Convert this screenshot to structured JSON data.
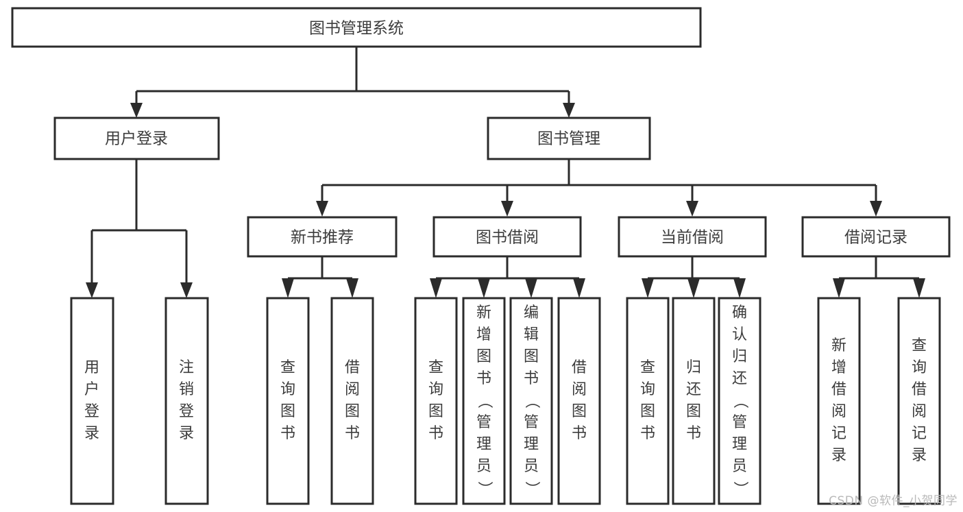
{
  "diagram": {
    "type": "tree",
    "title": "图书管理系统",
    "watermark": "CSDN @软件_小贺同学",
    "colors": {
      "box_stroke": "#2b2b2b",
      "box_fill": "#ffffff",
      "text": "#3c3c3c",
      "connector": "#2b2b2b",
      "background": "#ffffff",
      "watermark": "#b9b9b9"
    },
    "nodes": {
      "root": {
        "label": "图书管理系统"
      },
      "level2": [
        {
          "label": "用户登录"
        },
        {
          "label": "图书管理"
        }
      ],
      "level3": [
        {
          "label": "新书推荐"
        },
        {
          "label": "图书借阅"
        },
        {
          "label": "当前借阅"
        },
        {
          "label": "借阅记录"
        }
      ],
      "leaves": {
        "user_login": [
          {
            "label": "用户登录"
          },
          {
            "label": "注销登录"
          }
        ],
        "new_book_recommend": [
          {
            "label": "查询图书"
          },
          {
            "label": "借阅图书"
          }
        ],
        "book_borrow": [
          {
            "label": "查询图书"
          },
          {
            "label": "新增图书（管理员）"
          },
          {
            "label": "编辑图书（管理员）"
          },
          {
            "label": "借阅图书"
          }
        ],
        "current_borrow": [
          {
            "label": "查询图书"
          },
          {
            "label": "归还图书"
          },
          {
            "label": "确认归还（管理员）"
          }
        ],
        "borrow_record": [
          {
            "label": "新增借阅记录"
          },
          {
            "label": "查询借阅记录"
          }
        ]
      }
    }
  }
}
